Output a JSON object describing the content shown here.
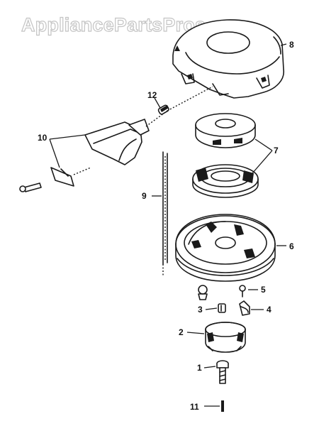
{
  "watermark": "AppliancePartsPros.com",
  "callouts": {
    "p1": "1",
    "p2": "2",
    "p3": "3",
    "p4": "4",
    "p5": "5",
    "p6": "6",
    "p7": "7",
    "p8": "8",
    "p9": "9",
    "p10": "10",
    "p11": "11",
    "p12": "12"
  }
}
